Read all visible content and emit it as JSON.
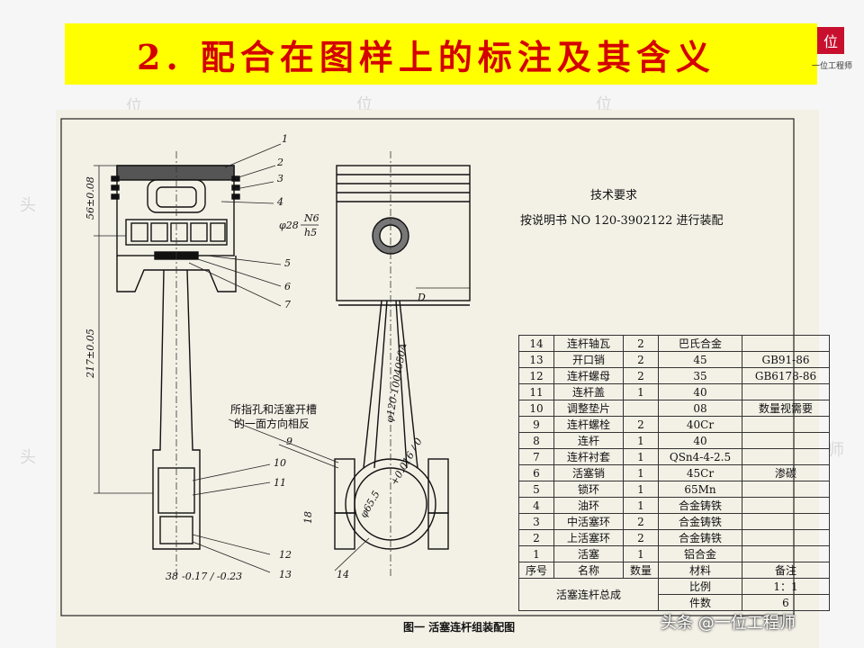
{
  "title": "2. 配合在图样上的标注及其含义",
  "logo": {
    "glyph": "位",
    "caption": "一位工程师"
  },
  "watermarks": [
    "头",
    "位",
    "位",
    "头",
    "师",
    "位"
  ],
  "tech_requirements": {
    "heading": "技术要求",
    "text": "按说明书 NO 120-3902122 进行装配"
  },
  "note_text": [
    "所指孔和活塞开槽",
    "的一面方向相反"
  ],
  "part_labels": [
    "1",
    "2",
    "3",
    "4",
    "5",
    "6",
    "7",
    "9",
    "10",
    "11",
    "12",
    "13",
    "14"
  ],
  "dimensions": {
    "d1": "56±0.08",
    "d2": "217±0.05",
    "d3": "φ28",
    "d3_fit_top": "N6",
    "d3_fit_bottom": "h5",
    "d4": "38",
    "d4_tol": "-0.17 / -0.23",
    "d5": "φ120-1004050A",
    "d6": "φ65.5",
    "d6_tol": "+0.016 / 0",
    "d7": "D",
    "d8": "18"
  },
  "bom": {
    "rows": [
      [
        "14",
        "连杆轴瓦",
        "2",
        "巴氏合金",
        ""
      ],
      [
        "13",
        "开口销",
        "2",
        "45",
        "GB91-86"
      ],
      [
        "12",
        "连杆螺母",
        "2",
        "35",
        "GB6178-86"
      ],
      [
        "11",
        "连杆盖",
        "1",
        "40",
        ""
      ],
      [
        "10",
        "调整垫片",
        "",
        "08",
        "数量视需要"
      ],
      [
        "9",
        "连杆螺栓",
        "2",
        "40Cr",
        ""
      ],
      [
        "8",
        "连杆",
        "1",
        "40",
        ""
      ],
      [
        "7",
        "连杆衬套",
        "1",
        "QSn4-4-2.5",
        ""
      ],
      [
        "6",
        "活塞销",
        "1",
        "45Cr",
        "渗碳"
      ],
      [
        "5",
        "锁环",
        "1",
        "65Mn",
        ""
      ],
      [
        "4",
        "油环",
        "1",
        "合金铸铁",
        ""
      ],
      [
        "3",
        "中活塞环",
        "2",
        "合金铸铁",
        ""
      ],
      [
        "2",
        "上活塞环",
        "2",
        "合金铸铁",
        ""
      ],
      [
        "1",
        "活塞",
        "1",
        "铝合金",
        ""
      ]
    ],
    "header": [
      "序号",
      "名称",
      "数量",
      "材料",
      "备注"
    ],
    "assembly_name": "活塞连杆总成",
    "scale_label": "比例",
    "scale_value": "1：1",
    "count_label": "件数",
    "count_value": "6"
  },
  "figure_caption": "图一    活塞连杆组装配图",
  "credit": "头条 @一位工程师",
  "colors": {
    "title_bg": "#ffff00",
    "title_text": "#d40000",
    "paper": "#f3f0e6",
    "logo_red": "#c8102e"
  }
}
